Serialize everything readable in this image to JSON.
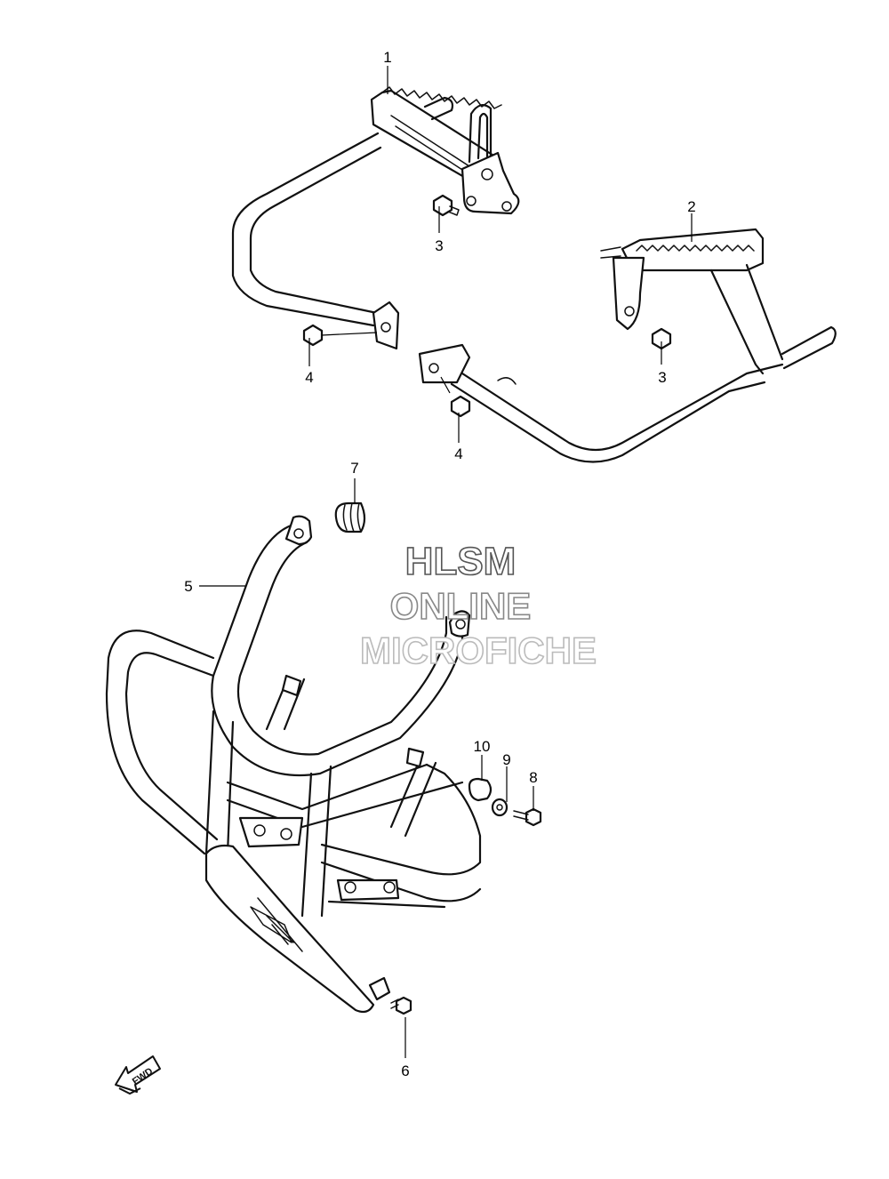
{
  "watermark": {
    "line1": "HLSM",
    "line2": "ONLINE",
    "line3": "MICROFICHE",
    "color1": "#555555",
    "color2": "#888888",
    "color3": "#bbbbbb"
  },
  "fwd_arrow": {
    "label": "FWD"
  },
  "callouts": [
    {
      "id": "c1",
      "number": "1"
    },
    {
      "id": "c2",
      "number": "2"
    },
    {
      "id": "c3a",
      "number": "3"
    },
    {
      "id": "c3b",
      "number": "3"
    },
    {
      "id": "c4a",
      "number": "4"
    },
    {
      "id": "c4b",
      "number": "4"
    },
    {
      "id": "c5",
      "number": "5"
    },
    {
      "id": "c6",
      "number": "6"
    },
    {
      "id": "c7",
      "number": "7"
    },
    {
      "id": "c8",
      "number": "8"
    },
    {
      "id": "c9",
      "number": "9"
    },
    {
      "id": "c10",
      "number": "10"
    }
  ]
}
